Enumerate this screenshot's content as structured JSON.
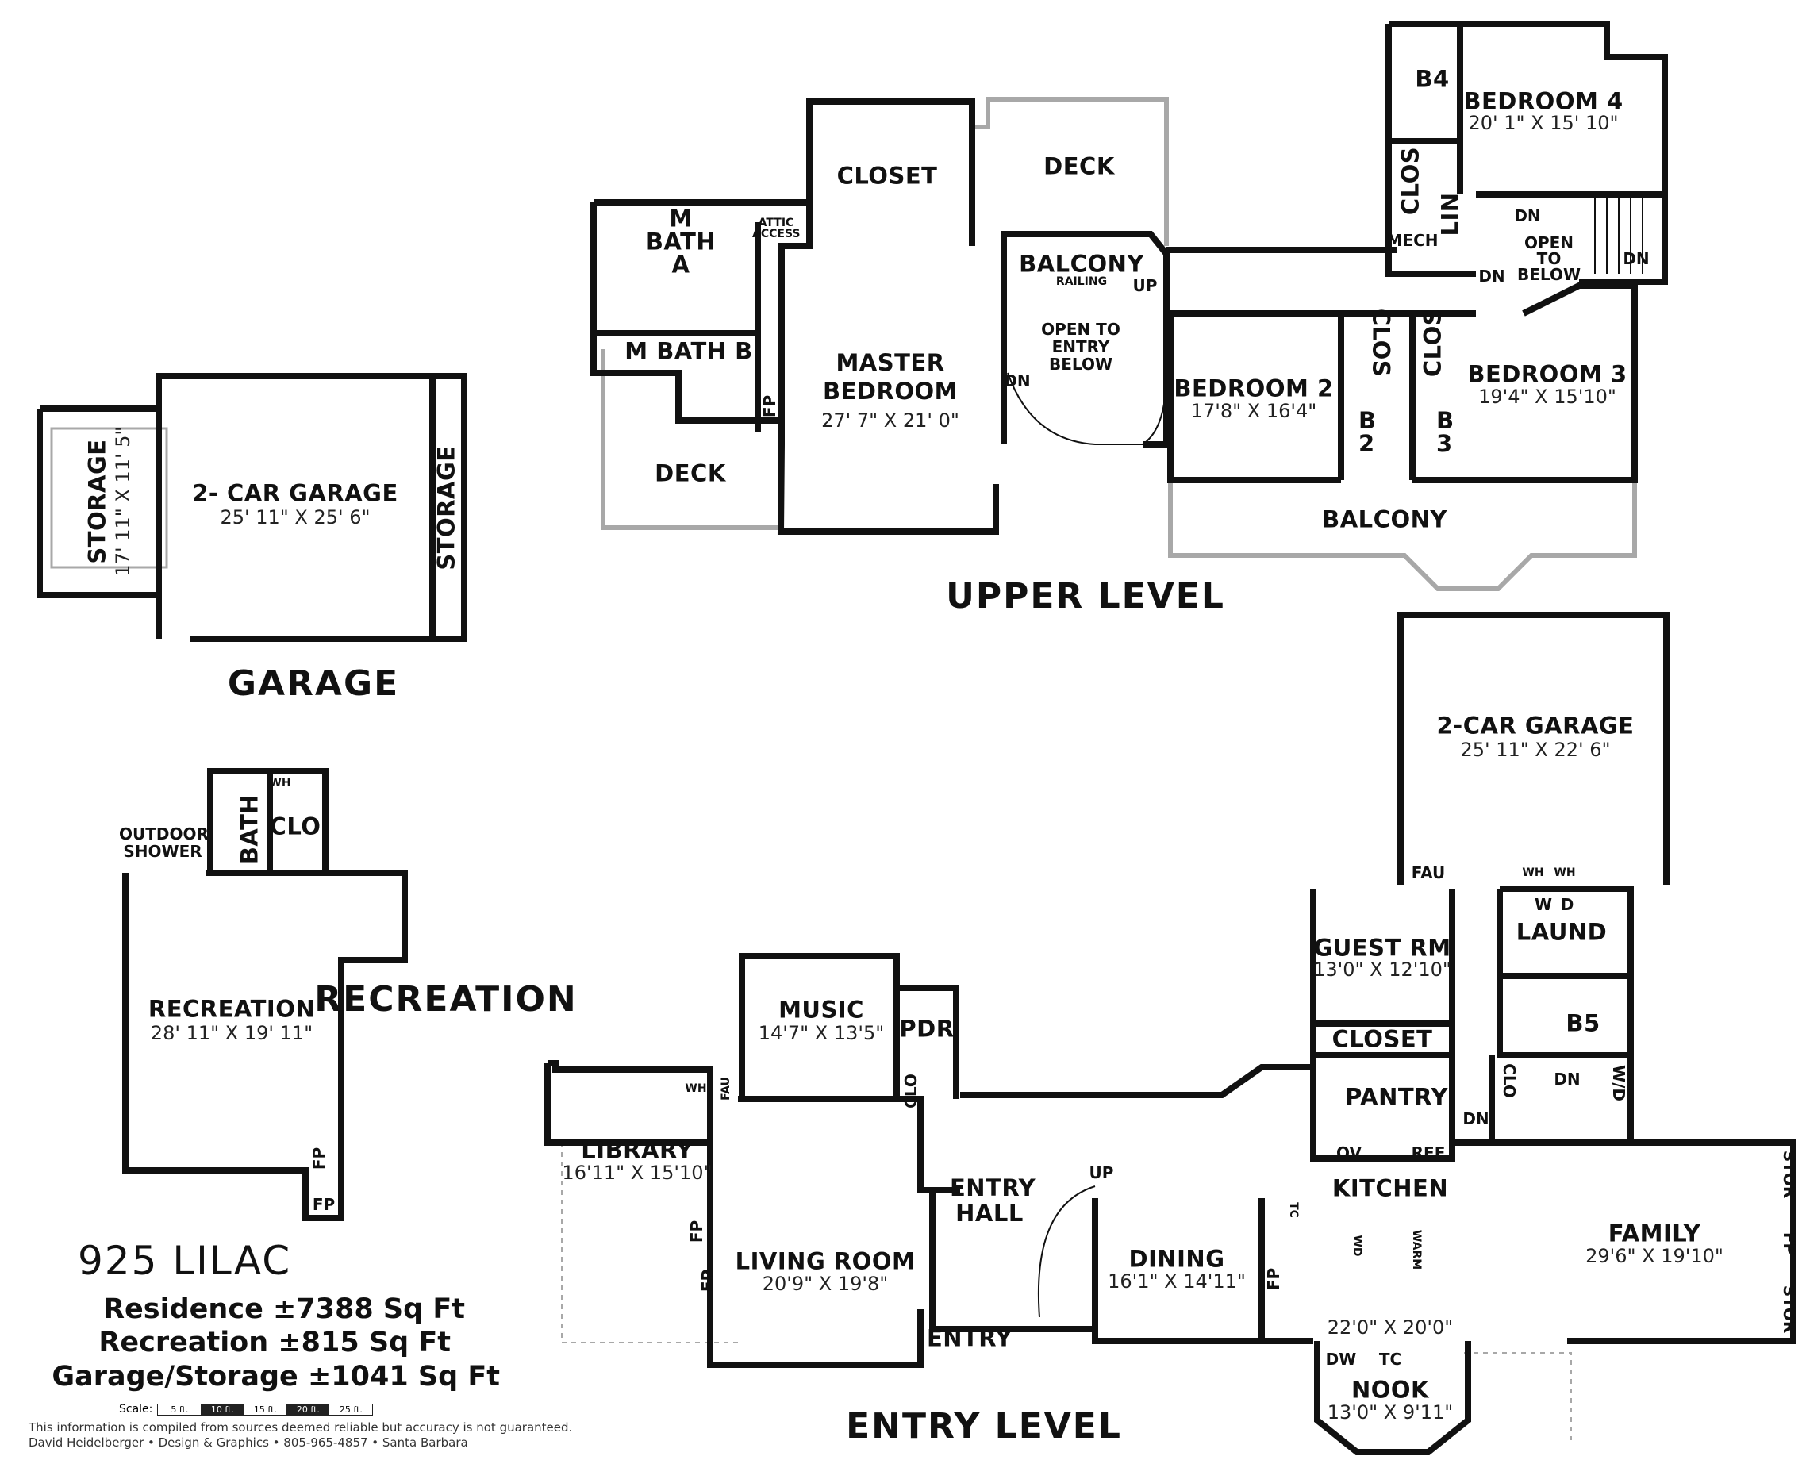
{
  "plan": {
    "address": "925 LILAC",
    "areas": [
      "Residence ±7388 Sq Ft",
      "Recreation ±815 Sq Ft",
      "Garage/Storage ±1041 Sq Ft"
    ],
    "disclaimer": "This information is compiled from sources deemed reliable but accuracy is not guaranteed.",
    "credit": "David Heidelberger • Design & Graphics • 805-965-4857 • Santa Barbara",
    "scale": {
      "label": "Scale:",
      "marks": [
        "5 ft.",
        "10 ft.",
        "15 ft.",
        "20 ft.",
        "25 ft."
      ]
    }
  },
  "levels": {
    "upper": "UPPER LEVEL",
    "entry": "ENTRY LEVEL",
    "garage": "GARAGE",
    "recreation": "RECREATION"
  },
  "rooms": {
    "closet_upper": "CLOSET",
    "deck_upper": "DECK",
    "attic": "ATTIC ACCESS",
    "mbath_a": "M BATH A",
    "mbath_b": "M BATH B",
    "master": "MASTER BEDROOM",
    "master_dim": "27' 7\" X 21' 0\"",
    "deck_lower": "DECK",
    "fp_master": "FP",
    "balcony_railing": "BALCONY",
    "railing": "RAILING",
    "up": "UP",
    "open_entry": "OPEN TO ENTRY BELOW",
    "dn_stair": "DN",
    "bedroom2": "BEDROOM 2",
    "bedroom2_dim": "17'8\" X 16'4\"",
    "clos_b2": "CLOS",
    "clos_b3": "CLOS",
    "b2": "B 2",
    "b3": "B 3",
    "bedroom3": "BEDROOM 3",
    "bedroom3_dim": "19'4\" X 15'10\"",
    "balcony": "BALCONY",
    "b4": "B4",
    "bedroom4": "BEDROOM 4",
    "bedroom4_dim": "20' 1\" X 15' 10\"",
    "clos_b4": "CLOS",
    "lin": "LIN",
    "mech": "MECH",
    "dn1": "DN",
    "dn2": "DN",
    "dn3": "DN",
    "open_below": "OPEN TO BELOW",
    "storage_garage": "STORAGE",
    "storage_garage_dim": "17' 11\" X 11' 5\"",
    "garage_detached": "2- CAR GARAGE",
    "garage_detached_dim": "25' 11\" X 25' 6\"",
    "storage_right": "STORAGE",
    "outdoor_shower": "OUTDOOR SHOWER",
    "bath_rec": "BATH",
    "clo_rec": "CLO",
    "wh_rec": "WH",
    "recreation": "RECREATION",
    "recreation_dim": "28' 11\" X 19' 11\"",
    "fp_rec1": "FP",
    "fp_rec2": "FP",
    "garage_main": "2-CAR GARAGE",
    "garage_main_dim": "25' 11\" X 22' 6\"",
    "fau_garage": "FAU",
    "wh1": "WH",
    "wh2": "WH",
    "w": "W",
    "d": "D",
    "laund": "LAUND",
    "guest": "GUEST RM",
    "guest_dim": "13'0\" X 12'10\"",
    "closet_guest": "CLOSET",
    "b5": "B5",
    "pantry": "PANTRY",
    "oy": "OV",
    "ref": "REF",
    "clo_hall": "CLO",
    "dn_hall1": "DN",
    "dn_hall2": "DN",
    "wd": "W/D",
    "kitchen": "KITCHEN",
    "kitchen_dim": "22'0\" X 20'0\"",
    "wd_island": "WD",
    "warm": "WARM",
    "tc1": "TC",
    "dw": "DW",
    "tc2": "TC",
    "family": "FAMILY",
    "family_dim": "29'6\" X 19'10\"",
    "stor1": "STOR",
    "stor2": "STOR",
    "fp_family": "FP",
    "nook": "NOOK",
    "nook_dim": "13'0\" X 9'11\"",
    "dining": "DINING",
    "dining_dim": "16'1\" X 14'11\"",
    "fp_dining": "FP",
    "entry_hall": "ENTRY HALL",
    "up_entry": "UP",
    "entry": "ENTRY",
    "music": "MUSIC",
    "music_dim": "14'7\" X 13'5\"",
    "pdr": "PDR",
    "clo_music": "CLO",
    "wh_lib": "WH",
    "fau_lib": "FAU",
    "library": "LIBRARY",
    "library_dim": "16'11\" X 15'10\"",
    "fp_lib": "FP",
    "living": "LIVING ROOM",
    "living_dim": "20'9\" X 19'8\"",
    "fp_living": "FP"
  },
  "colors": {
    "wall": "#111111",
    "outline": "#a8a8a8",
    "ink": "#111111"
  }
}
